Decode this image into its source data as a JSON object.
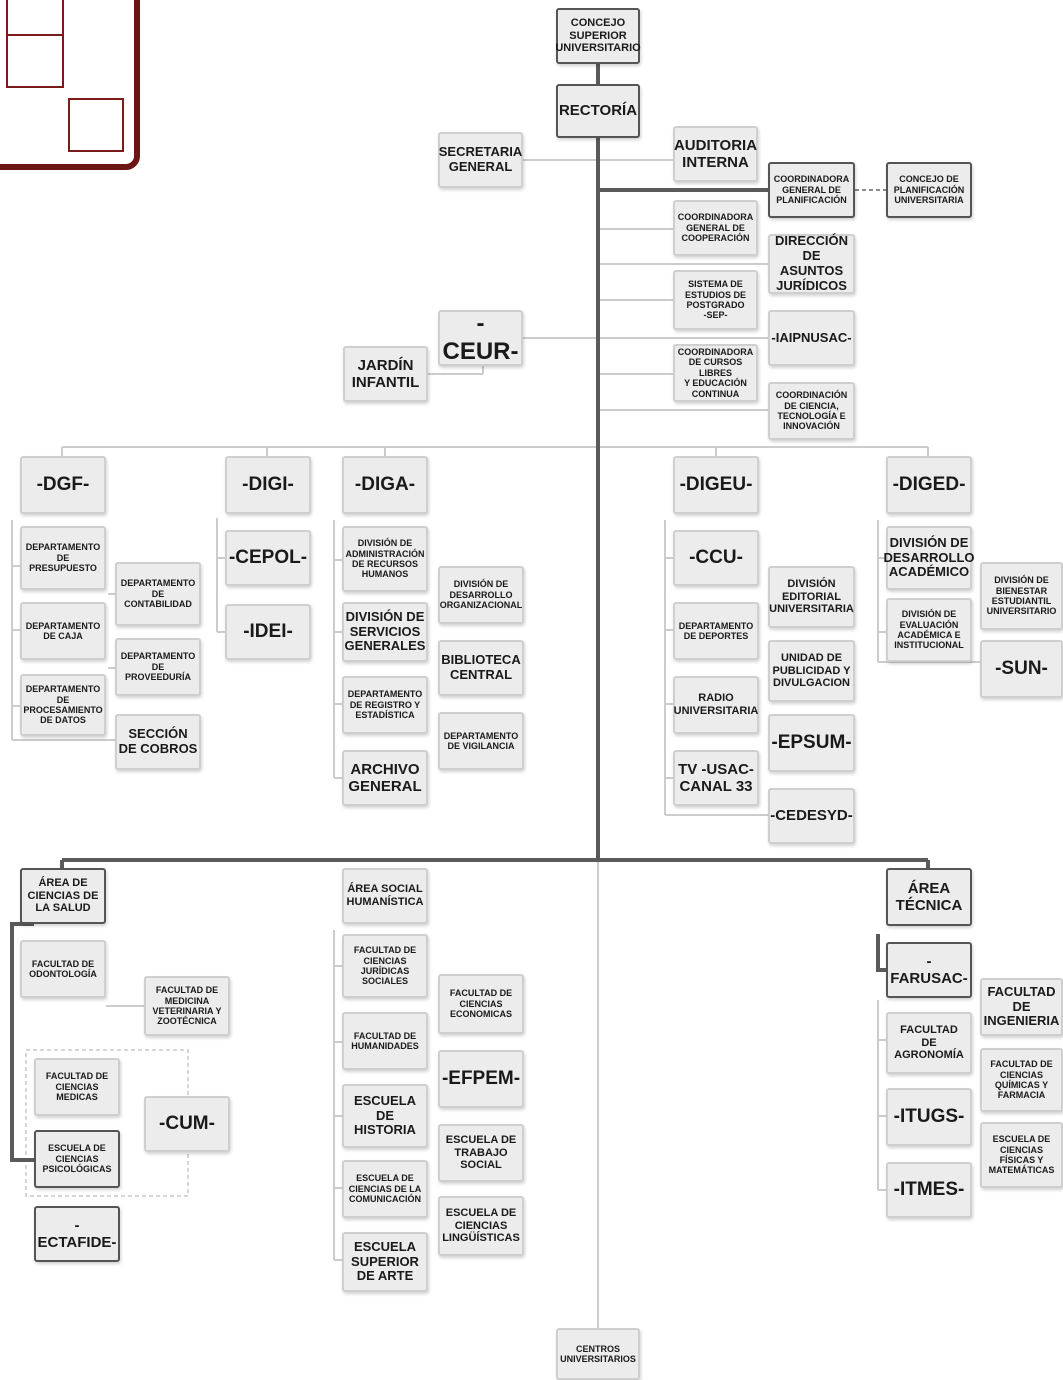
{
  "colors": {
    "brand": "#6b1515",
    "box_fill": "#ececec",
    "line": "#5a5a5a",
    "faint_line": "#cccccc"
  },
  "logo": {
    "icon": "org-chart-logo-icon"
  },
  "nodes": {
    "consejo": "CONCEJO\nSUPERIOR\nUNIVERSITARIO",
    "rectoria": "RECTORÍA",
    "secretaria": "SECRETARIA\nGENERAL",
    "auditoria": "AUDITORIA\nINTERNA",
    "cgp": "COORDINADORA\nGENERAL DE\nPLANIFICACIÓN",
    "cpu": "CONCEJO DE\nPLANIFICACIÓN\nUNIVERSITARIA",
    "cgc": "COORDINADORA\nGENERAL DE\nCOOPERACIÓN",
    "daj": "DIRECCIÓN\nDE ASUNTOS\nJURÍDICOS",
    "sep": "SISTEMA DE\nESTUDIOS DE\nPOSTGRADO\n-SEP-",
    "iaipnusac": "-IAIPNUSAC-",
    "ceur": "-CEUR-",
    "jardin": "JARDÍN\nINFANTIL",
    "cursos": "COORDINADORA\nDE CURSOS LIBRES\nY EDUCACIÓN\nCONTINUA",
    "ccti": "COORDINACIÓN\nDE CIENCIA,\nTECNOLOGÍA E\nINNOVACIÓN",
    "dgf": "-DGF-",
    "digi": "-DIGI-",
    "diga": "-DIGA-",
    "digeu": "-DIGEU-",
    "diged": "-DIGED-",
    "dep_presupuesto": "DEPARTAMENTO\nDE\nPRESUPUESTO",
    "dep_contabilidad": "DEPARTAMENTO\nDE\nCONTABILIDAD",
    "dep_caja": "DEPARTAMENTO\nDE CAJA",
    "dep_proveeduria": "DEPARTAMENTO\nDE\nPROVEEDURÍA",
    "dep_procesamiento": "DEPARTAMENTO\nDE\nPROCESAMIENTO\nDE DATOS",
    "cobros": "SECCIÓN\nDE COBROS",
    "cepol": "-CEPOL-",
    "idei": "-IDEI-",
    "div_rrhh": "DIVISIÓN DE\nADMINISTRACIÓN\nDE RECURSOS\nHUMANOS",
    "div_desarrollo_org": "DIVISIÓN DE\nDESARROLLO\nORGANIZACIONAL",
    "div_servicios": "DIVISIÓN DE\nSERVICIOS\nGENERALES",
    "biblioteca": "BIBLIOTECA\nCENTRAL",
    "dep_registro": "DEPARTAMENTO\nDE REGISTRO Y\nESTADÍSTICA",
    "dep_vigilancia": "DEPARTAMENTO\nDE VIGILANCIA",
    "archivo": "ARCHIVO\nGENERAL",
    "ccu": "-CCU-",
    "div_editorial": "DIVISIÓN\nEDITORIAL\nUNIVERSITARIA",
    "dep_deportes": "DEPARTAMENTO\nDE DEPORTES",
    "unidad_publicidad": "UNIDAD DE\nPUBLICIDAD Y\nDIVULGACION",
    "radio": "RADIO\nUNIVERSITARIA",
    "epsum": "-EPSUM-",
    "tv": "TV -USAC-\nCANAL 33",
    "cedesyd": "-CEDESYD-",
    "div_desarrollo_acad": "DIVISIÓN DE\nDESARROLLO\nACADÉMICO",
    "div_bienestar": "DIVISIÓN DE\nBIENESTAR\nESTUDIANTIL\nUNIVERSITARIO",
    "div_evaluacion": "DIVISIÓN DE\nEVALUACIÓN\nACADÉMICA E\nINSTITUCIONAL",
    "sun": "-SUN-",
    "area_salud": "ÁREA DE\nCIENCIAS DE\nLA SALUD",
    "area_social": "ÁREA SOCIAL\nHUMANÍSTICA",
    "area_tecnica": "ÁREA\nTÉCNICA",
    "fac_odontologia": "FACULTAD DE\nODONTOLOGÍA",
    "fac_veterinaria": "FACULTAD DE\nMEDICINA\nVETERINARIA Y\nZOOTÉCNICA",
    "fac_medicas": "FACULTAD DE\nCIENCIAS\nMEDICAS",
    "cum": "-CUM-",
    "esc_psicologicas": "ESCUELA DE\nCIENCIAS\nPSICOLÓGICAS",
    "ectafide": "-ECTAFIDE-",
    "fac_juridicas": "FACULTAD DE\nCIENCIAS\nJURÍDICAS\nSOCIALES",
    "fac_economicas": "FACULTAD DE\nCIENCIAS\nECONOMICAS",
    "fac_humanidades": "FACULTAD DE\nHUMANIDADES",
    "efpem": "-EFPEM-",
    "esc_historia": "ESCUELA\nDE\nHISTORIA",
    "esc_trabajo_social": "ESCUELA DE\nTRABAJO\nSOCIAL",
    "esc_comunicacion": "ESCUELA DE\nCIENCIAS DE LA\nCOMUNICACIÓN",
    "esc_linguisticas": "ESCUELA DE\nCIENCIAS\nLINGÜÍSTICAS",
    "esc_arte": "ESCUELA\nSUPERIOR\nDE ARTE",
    "farusac": "-FARUSAC-",
    "fac_ingenieria": "FACULTAD\nDE\nINGENIERIA",
    "fac_agronomia": "FACULTAD\nDE\nAGRONOMÍA",
    "fac_quimicas": "FACULTAD DE\nCIENCIAS\nQUÍMICAS Y\nFARMACIA",
    "itugs": "-ITUGS-",
    "esc_fisicas": "ESCUELA DE\nCIENCIAS\nFÍSICAS Y\nMATEMÁTICAS",
    "itmes": "-ITMES-",
    "centros": "CENTROS\nUNIVERSITARIOS"
  }
}
